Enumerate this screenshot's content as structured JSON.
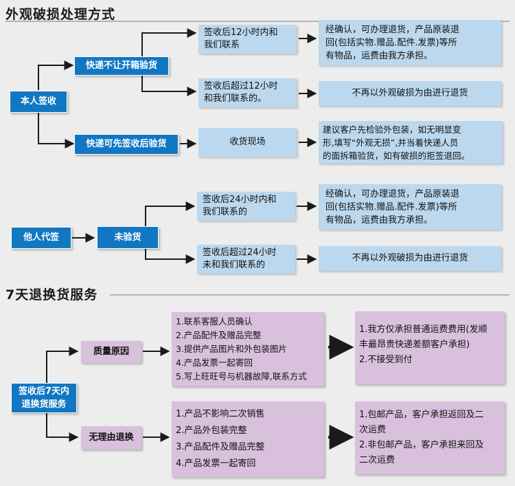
{
  "section1": {
    "title": "外观破损处理方式",
    "self_sign": "本人签收",
    "no_open": "快递不让开箱验货",
    "can_open": "快递可先签收后验货",
    "within12": "签收后12小时内和\n我们联系",
    "over12": "签收后超过12小时\n和我们联系的。",
    "on_site": "收货现场",
    "res_accept": "经确认，可办理退货，产品原装退\n回(包括实物.赠品.配件.发票)等所\n有物品，运费由我方承担。",
    "res_reject": "不再以外观破损为由进行退货",
    "res_onsite": "建议客户先检验外包装，如无明显变\n形,填写“外观无损”,并当着快递人员\n的面拆箱验货，如有破损的拒签退回。",
    "other_sign": "他人代签",
    "not_checked": "未验货",
    "within24": "签收后24小时内和\n我们联系的",
    "over24": "签收后超过24小时\n未和我们联系的",
    "res_accept2": "经确认，可办理退货，产品原装退\n回(包括实物.赠品.配件.发票)等所\n有物品，运费由我方承担。",
    "res_reject2": "不再以外观破损为由进行退货"
  },
  "section2": {
    "title": "7天退换货服务",
    "root": "签收后7天内\n退换货服务",
    "quality": "质量原因",
    "quality_steps": "1.联系客服人员确认\n2.产品配件及赠品完整\n3.提供产品图片和外包装图片\n4.产品发票一起寄回\n5.写上旺旺号与机器故障,联系方式",
    "quality_result": "1.我方仅承担普通运费费用(发顺\n  丰最昂贵快递差额客户承担)\n2.不接受到付",
    "no_reason": "无理由退换",
    "no_reason_steps": "1.产品不影响二次销售\n2.产品外包装完整\n3.产品配件及赠品完整\n4.产品发票一起寄回",
    "no_reason_result": "1.包邮产品，客户承担返回及二\n   次运费\n2.非包邮产品，客户承担来回及\n   二次运费"
  },
  "colors": {
    "blue": "#1277c3",
    "light_blue": "#bcd8ee",
    "light_purple": "#d9c0dd"
  }
}
